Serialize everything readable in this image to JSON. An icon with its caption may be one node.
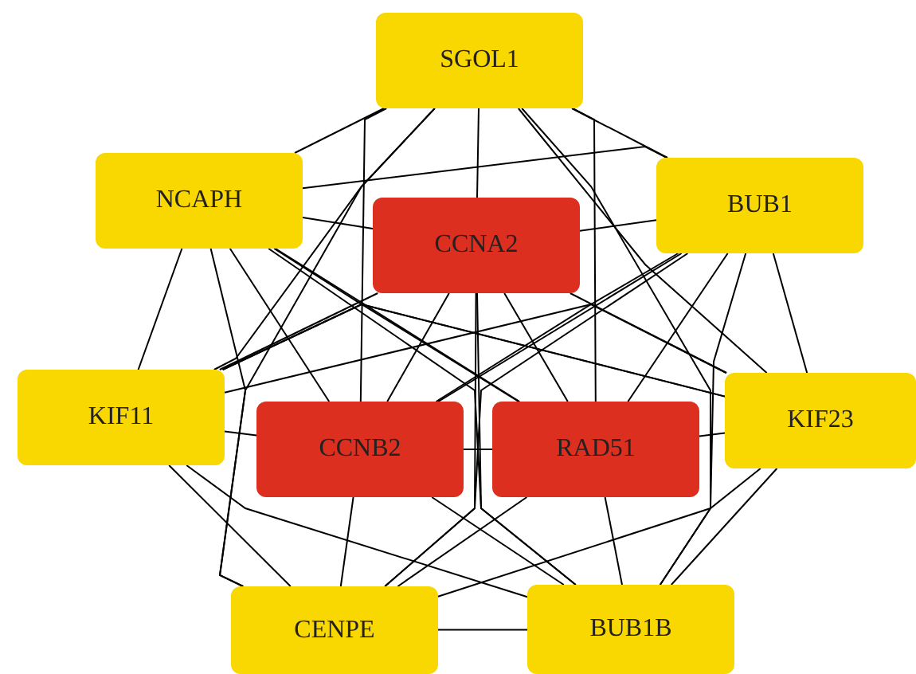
{
  "diagram": {
    "nodes": [
      {
        "text": [
          "SGOL1"
        ]
      },
      {
        "text": [
          "NCAPH"
        ]
      },
      {
        "text": [
          "BUB1"
        ]
      },
      {
        "text": [
          "CCNA2"
        ]
      },
      {
        "text": [
          "KIF11"
        ]
      },
      {
        "text": [
          "KIF23"
        ]
      },
      {
        "text": [
          "CCNB2"
        ]
      },
      {
        "text": [
          "RAD51"
        ]
      },
      {
        "text": [
          "CENPE"
        ]
      },
      {
        "text": [
          "BUB1B"
        ]
      }
    ],
    "edges": [
      {
        "from": 0,
        "to": 1,
        "arrow": "none"
      },
      {
        "from": 0,
        "to": 2,
        "arrow": "none"
      },
      {
        "from": 0,
        "to": 3,
        "arrow": "none"
      },
      {
        "from": 0,
        "to": 4,
        "arrow": "none"
      },
      {
        "from": 0,
        "to": 5,
        "arrow": "none"
      },
      {
        "from": 0,
        "to": 6,
        "arrow": "none"
      },
      {
        "from": 0,
        "to": 7,
        "arrow": "none"
      },
      {
        "from": 0,
        "to": 8,
        "arrow": "none"
      },
      {
        "from": 0,
        "to": 9,
        "arrow": "none"
      },
      {
        "from": 1,
        "to": 2,
        "arrow": "none"
      },
      {
        "from": 1,
        "to": 3,
        "arrow": "none"
      },
      {
        "from": 1,
        "to": 4,
        "arrow": "none"
      },
      {
        "from": 1,
        "to": 5,
        "arrow": "none"
      },
      {
        "from": 1,
        "to": 6,
        "arrow": "none"
      },
      {
        "from": 1,
        "to": 7,
        "arrow": "none"
      },
      {
        "from": 1,
        "to": 8,
        "arrow": "none"
      },
      {
        "from": 1,
        "to": 9,
        "arrow": "none"
      },
      {
        "from": 2,
        "to": 3,
        "arrow": "none"
      },
      {
        "from": 2,
        "to": 4,
        "arrow": "none"
      },
      {
        "from": 2,
        "to": 5,
        "arrow": "none"
      },
      {
        "from": 2,
        "to": 6,
        "arrow": "none"
      },
      {
        "from": 2,
        "to": 7,
        "arrow": "none"
      },
      {
        "from": 2,
        "to": 8,
        "arrow": "none"
      },
      {
        "from": 2,
        "to": 9,
        "arrow": "none"
      },
      {
        "from": 3,
        "to": 4,
        "arrow": "none"
      },
      {
        "from": 3,
        "to": 5,
        "arrow": "none"
      },
      {
        "from": 3,
        "to": 6,
        "arrow": "none"
      },
      {
        "from": 3,
        "to": 7,
        "arrow": "none"
      },
      {
        "from": 3,
        "to": 8,
        "arrow": "none"
      },
      {
        "from": 3,
        "to": 9,
        "arrow": "none"
      },
      {
        "from": 4,
        "to": 5,
        "arrow": "none"
      },
      {
        "from": 4,
        "to": 6,
        "arrow": "none"
      },
      {
        "from": 4,
        "to": 7,
        "arrow": "none"
      },
      {
        "from": 4,
        "to": 8,
        "arrow": "none"
      },
      {
        "from": 4,
        "to": 9,
        "arrow": "none"
      },
      {
        "from": 5,
        "to": 6,
        "arrow": "none"
      },
      {
        "from": 5,
        "to": 7,
        "arrow": "none"
      },
      {
        "from": 5,
        "to": 8,
        "arrow": "none"
      },
      {
        "from": 5,
        "to": 9,
        "arrow": "none"
      },
      {
        "from": 6,
        "to": 7,
        "arrow": "none"
      },
      {
        "from": 6,
        "to": 8,
        "arrow": "none"
      },
      {
        "from": 6,
        "to": 9,
        "arrow": "none"
      },
      {
        "from": 7,
        "to": 8,
        "arrow": "none"
      },
      {
        "from": 7,
        "to": 9,
        "arrow": "none"
      },
      {
        "from": 8,
        "to": 9,
        "arrow": "none"
      }
    ]
  }
}
